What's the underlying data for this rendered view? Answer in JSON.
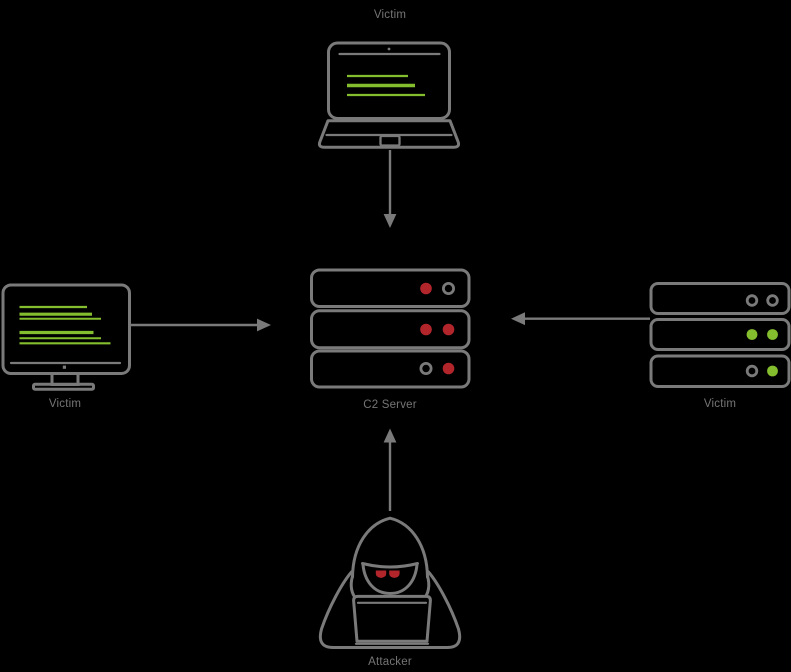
{
  "diagram": {
    "title": "C2 server attack diagram",
    "colors": {
      "bg": "#000000",
      "gray": "#7a7a7a",
      "label": "#757575",
      "green": "#84bd2e",
      "red": "#b2252b"
    },
    "nodes": {
      "top_victim": {
        "label": "Victim",
        "icon": "laptop-code-icon"
      },
      "left_victim": {
        "label": "Victim",
        "icon": "monitor-code-icon"
      },
      "right_victim": {
        "label": "Victim",
        "icon": "server-rack-icon"
      },
      "c2": {
        "label": "C2 Server",
        "icon": "server-rack-icon"
      },
      "attacker": {
        "label": "Attacker",
        "icon": "hooded-hacker-icon"
      }
    },
    "c2_leds": [
      [
        "led-red",
        "led-outline"
      ],
      [
        "led-red",
        "led-red"
      ],
      [
        "led-outline",
        "led-red"
      ]
    ],
    "victim_server_leds": [
      [
        "led-outline",
        "led-outline"
      ],
      [
        "led-green",
        "led-green"
      ],
      [
        "led-outline",
        "led-green"
      ]
    ],
    "edges": [
      {
        "from": "top_victim",
        "to": "c2",
        "direction": "down"
      },
      {
        "from": "left_victim",
        "to": "c2",
        "direction": "right"
      },
      {
        "from": "right_victim",
        "to": "c2",
        "direction": "left"
      },
      {
        "from": "attacker",
        "to": "c2",
        "direction": "up"
      }
    ]
  }
}
